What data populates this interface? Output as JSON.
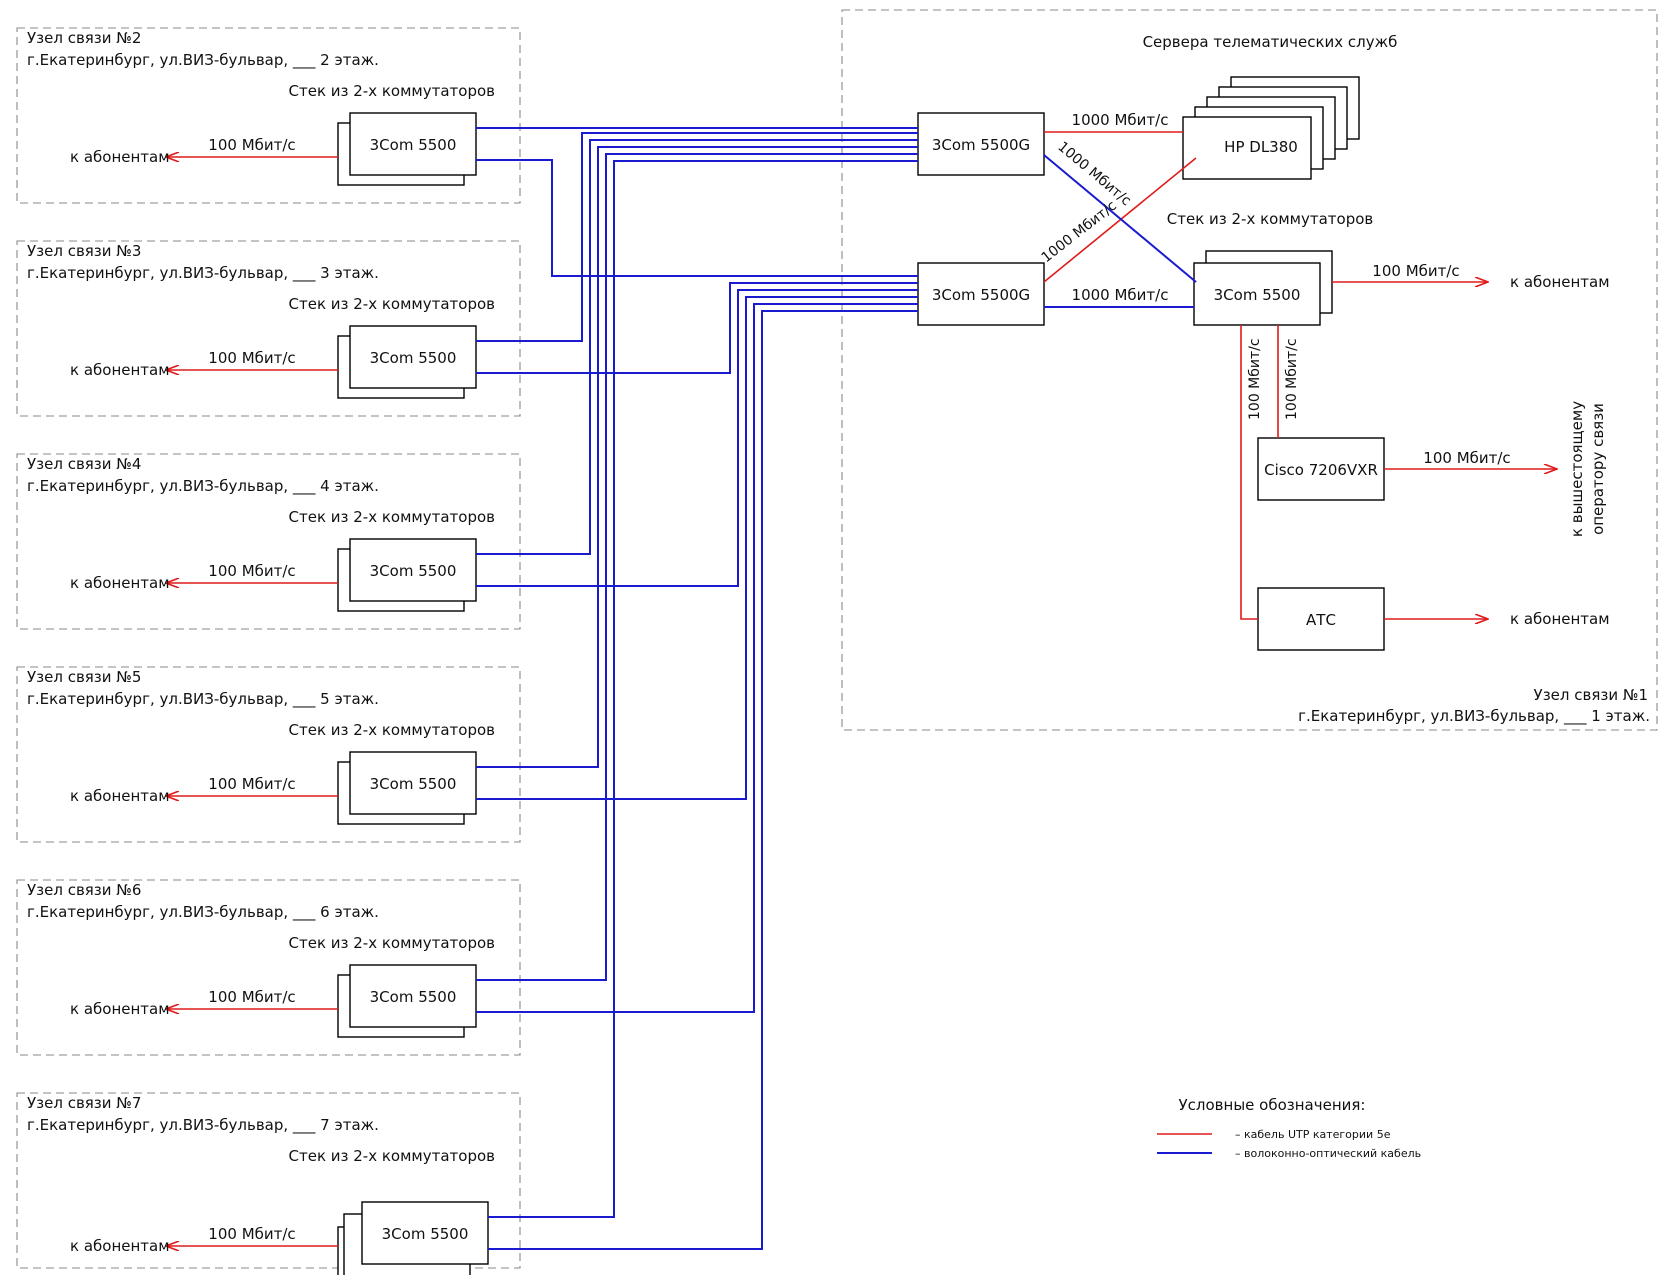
{
  "floor_nodes": [
    {
      "title": "Узел связи №2",
      "address": "г.Екатеринбург, ул.ВИЗ-бульвар, ___ 2 этаж.",
      "stack": "Стек из 2-х коммутаторов",
      "switch": "3Com 5500",
      "speed": "100 Мбит/с",
      "to": "к абонентам"
    },
    {
      "title": "Узел связи №3",
      "address": "г.Екатеринбург, ул.ВИЗ-бульвар, ___ 3 этаж.",
      "stack": "Стек из 2-х коммутаторов",
      "switch": "3Com 5500",
      "speed": "100 Мбит/с",
      "to": "к абонентам"
    },
    {
      "title": "Узел связи №4",
      "address": "г.Екатеринбург, ул.ВИЗ-бульвар, ___ 4 этаж.",
      "stack": "Стек из 2-х коммутаторов",
      "switch": "3Com 5500",
      "speed": "100 Мбит/с",
      "to": "к абонентам"
    },
    {
      "title": "Узел связи №5",
      "address": "г.Екатеринбург, ул.ВИЗ-бульвар, ___ 5 этаж.",
      "stack": "Стек из 2-х коммутаторов",
      "switch": "3Com 5500",
      "speed": "100 Мбит/с",
      "to": "к абонентам"
    },
    {
      "title": "Узел связи №6",
      "address": "г.Екатеринбург, ул.ВИЗ-бульвар, ___ 6 этаж.",
      "stack": "Стек из 2-х коммутаторов",
      "switch": "3Com 5500",
      "speed": "100 Мбит/с",
      "to": "к абонентам"
    },
    {
      "title": "Узел связи №7",
      "address": "г.Екатеринбург, ул.ВИЗ-бульвар, ___ 7 этаж.",
      "stack": "Стек из 2-х коммутаторов",
      "switch": "3Com 5500",
      "speed": "100 Мбит/с",
      "to": "к абонентам"
    }
  ],
  "main_node": {
    "title": "Узел связи №1",
    "address": "г.Екатеринбург, ул.ВИЗ-бульвар, ___ 1 этаж.",
    "servers_label": "Сервера телематических служб",
    "core_top": "3Com 5500G",
    "core_bottom": "3Com 5500G",
    "server": "HP DL380",
    "stack_label": "Стек из 2-х коммутаторов",
    "access_switch": "3Com 5500",
    "router": "Cisco 7206VXR",
    "pbx": "АТС",
    "gbit": "1000 Мбит/с",
    "mbit": "100 Мбит/с",
    "to_subscribers": "к абонентам",
    "to_operator_1": "к вышестоящему",
    "to_operator_2": "оператору связи"
  },
  "legend": {
    "title": "Условные обозначения:",
    "utp": "– кабель UTP категории 5е",
    "fiber": "– волоконно-оптический кабель"
  },
  "colors": {
    "utp": "#e01a1a",
    "fiber": "#1a1ad0"
  }
}
